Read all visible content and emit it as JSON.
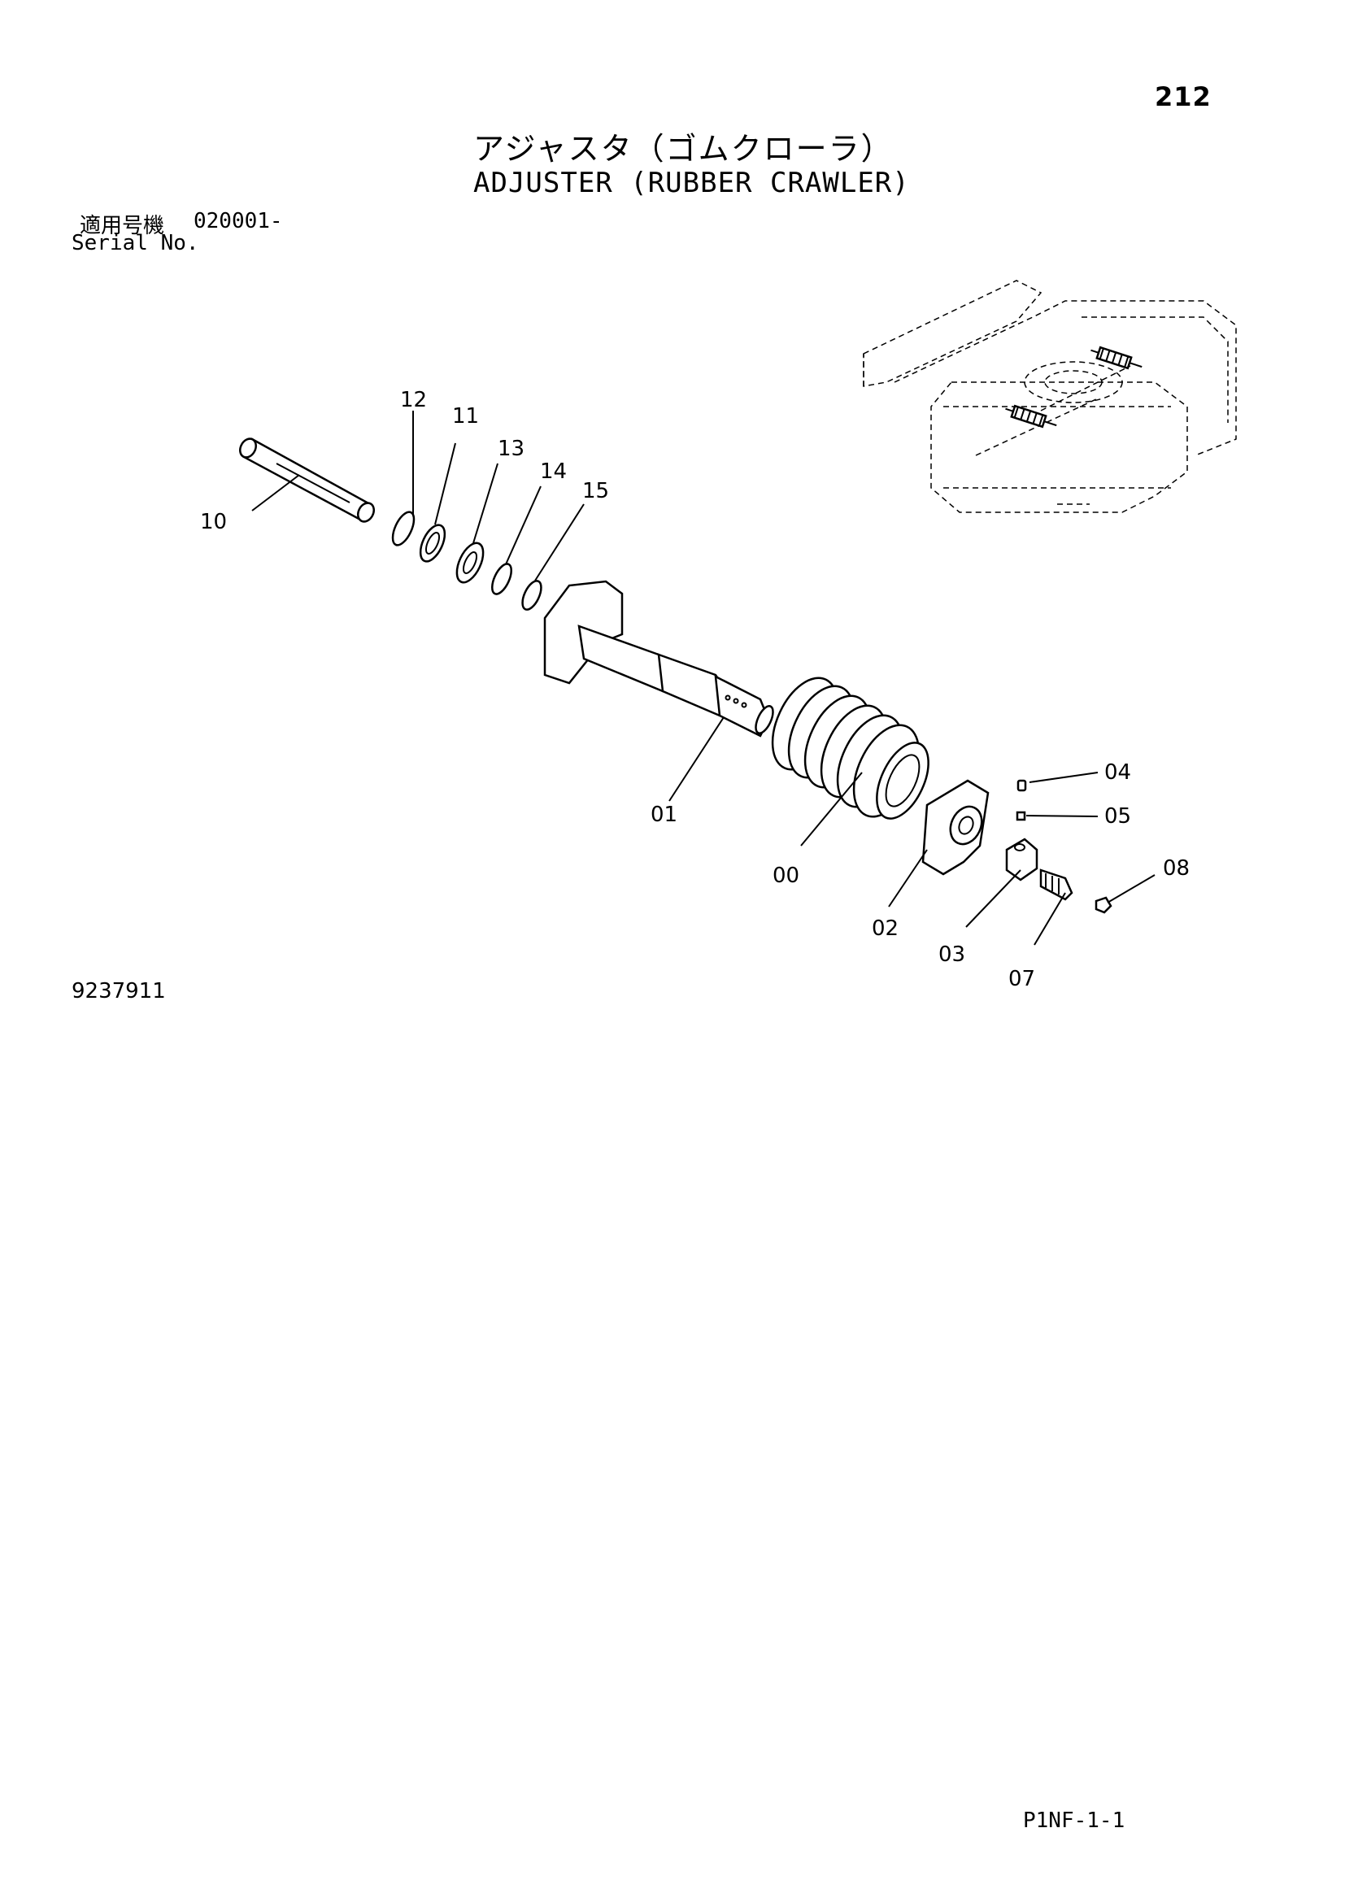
{
  "header": {
    "page_number": "212",
    "title_jp": "アジャスタ（ゴムクローラ）",
    "title_en": "ADJUSTER (RUBBER CRAWLER)"
  },
  "serial": {
    "label_jp": "適用号機",
    "value": "020001-",
    "label_en": "Serial No."
  },
  "callouts": {
    "p12": "12",
    "p11": "11",
    "p13": "13",
    "p14": "14",
    "p15": "15",
    "p10": "10",
    "p01": "01",
    "p00": "00",
    "p02": "02",
    "p03": "03",
    "p04": "04",
    "p05": "05",
    "p07": "07",
    "p08": "08"
  },
  "footer": {
    "drawing_number": "9237911",
    "page_code": "P1NF-1-1"
  }
}
